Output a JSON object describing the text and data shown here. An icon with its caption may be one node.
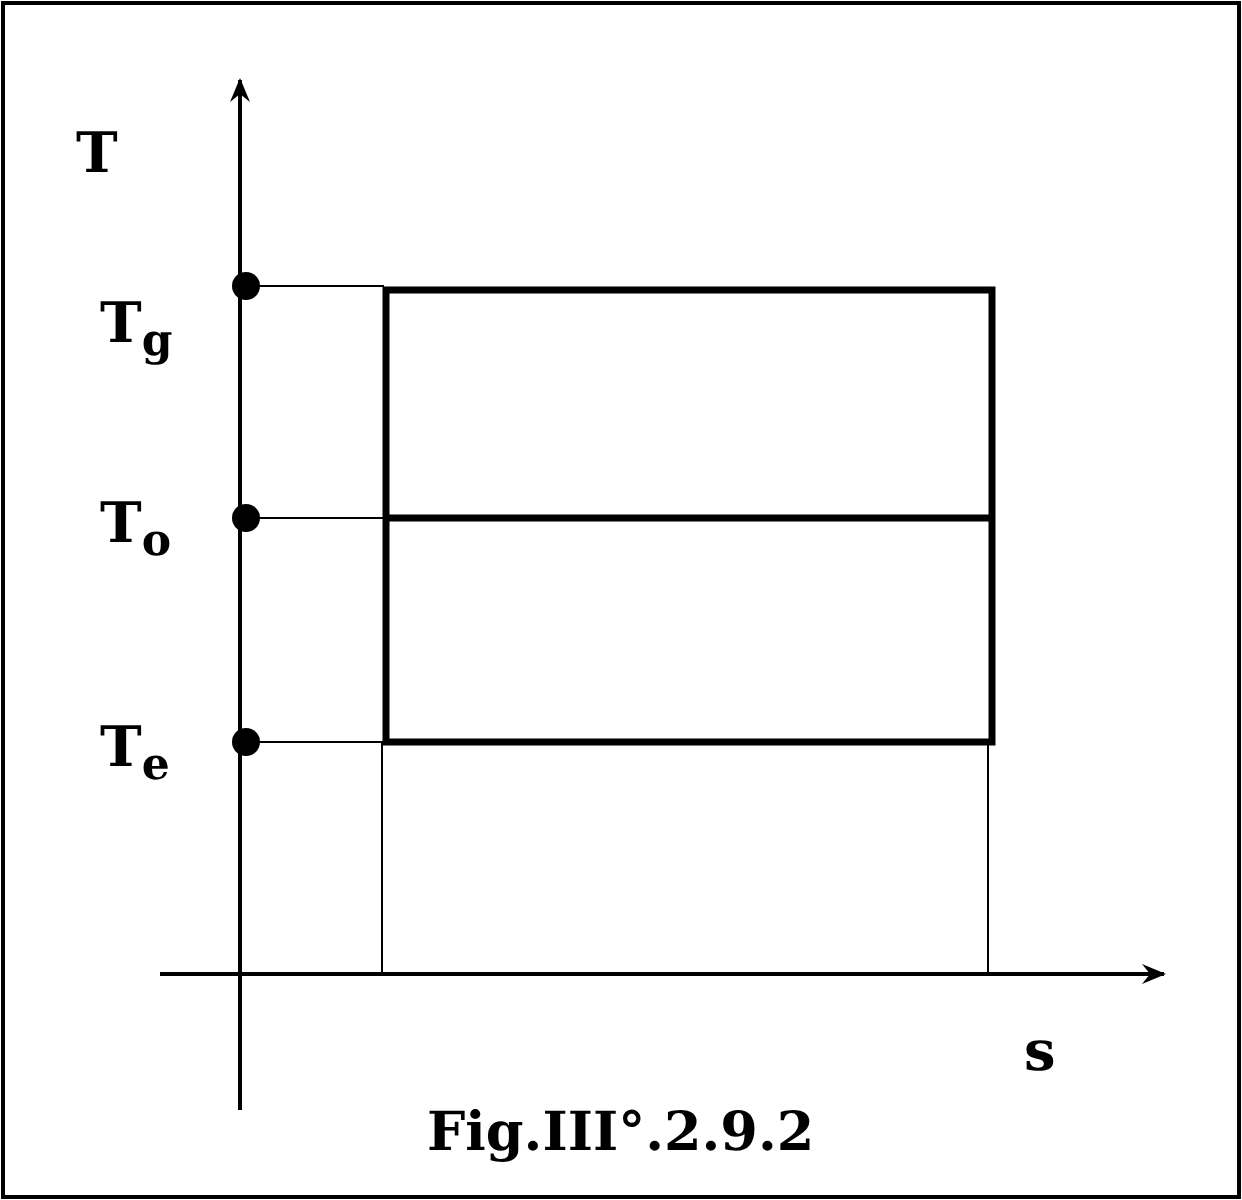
{
  "diagram": {
    "caption": "Fig.III°.2.9.2",
    "labels": [
      "T",
      "T$_{g}$",
      "T$_{o}$",
      "T$_{e}$",
      "s"
    ]
  }
}
